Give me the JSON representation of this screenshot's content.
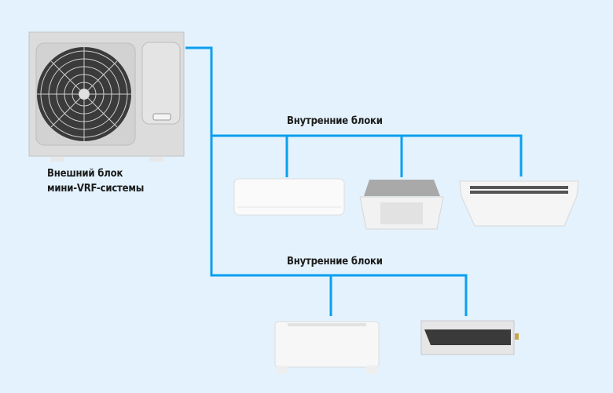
{
  "outdoor_unit": {
    "label_line1": "Внешний блок",
    "label_line2": "мини-VRF-системы"
  },
  "groups": [
    {
      "label": "Внутренние блоки",
      "units": [
        "wall-split-unit",
        "cassette-unit",
        "ceiling-unit"
      ]
    },
    {
      "label": "Внутренние блоки",
      "units": [
        "floor-console-unit",
        "ducted-unit"
      ]
    }
  ],
  "colors": {
    "background": "#e3f2fd",
    "pipe": "#0a9ff0",
    "text": "#1c1c1c"
  }
}
